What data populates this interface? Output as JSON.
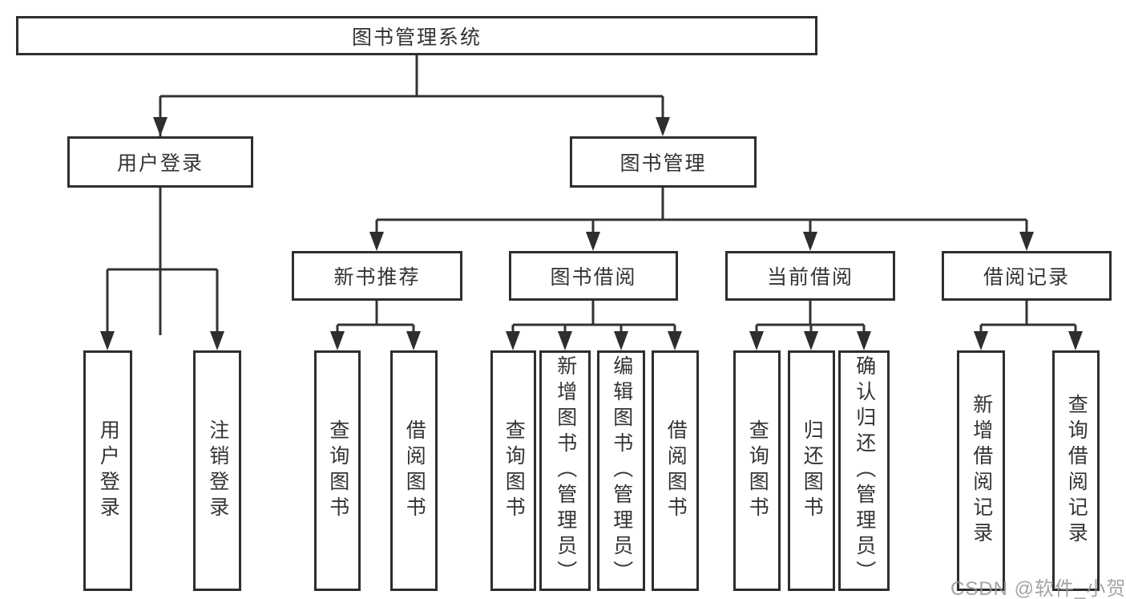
{
  "diagram": {
    "root": {
      "label": "图书管理系统"
    },
    "branches": [
      {
        "label": "用户登录",
        "children": [
          {
            "label": "用户登录"
          },
          {
            "label": "注销登录"
          }
        ]
      },
      {
        "label": "图书管理",
        "children": [
          {
            "label": "新书推荐",
            "children": [
              {
                "label": "查询图书"
              },
              {
                "label": "借阅图书"
              }
            ]
          },
          {
            "label": "图书借阅",
            "children": [
              {
                "label": "查询图书"
              },
              {
                "label": "新增图书（管理员）"
              },
              {
                "label": "编辑图书（管理员）"
              },
              {
                "label": "借阅图书"
              }
            ]
          },
          {
            "label": "当前借阅",
            "children": [
              {
                "label": "查询图书"
              },
              {
                "label": "归还图书"
              },
              {
                "label": "确认归还（管理员）"
              }
            ]
          },
          {
            "label": "借阅记录",
            "children": [
              {
                "label": "新增借阅记录"
              },
              {
                "label": "查询借阅记录"
              }
            ]
          }
        ]
      }
    ]
  },
  "watermark": {
    "text": "CSDN @软件_小贺同学"
  },
  "colors": {
    "line": "#333333",
    "node_border": "#2e2e2e",
    "text": "#333333",
    "watermark": "#949494",
    "background": "#ffffff"
  }
}
